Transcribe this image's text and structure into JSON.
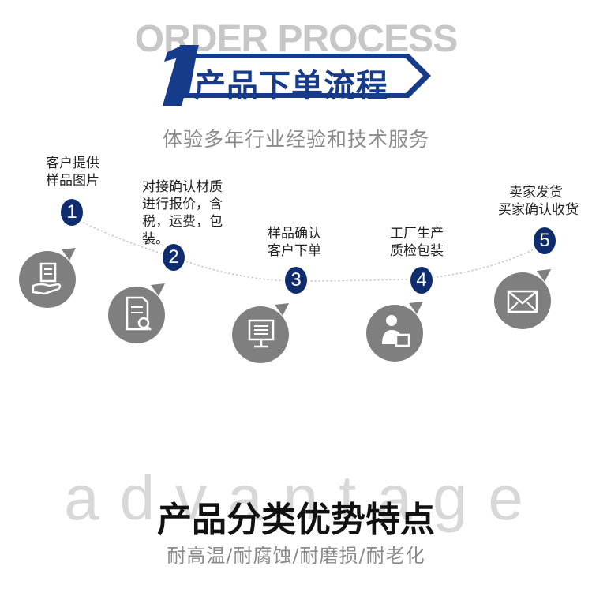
{
  "header": {
    "english_title": "ORDER PROCESS",
    "number": "1",
    "title": "产品下单流程",
    "subtitle": "体验多年行业经验和技术服务"
  },
  "steps": [
    {
      "number": "1",
      "lines": [
        "客户提供",
        "样品图片"
      ],
      "icon": "hand-document-icon"
    },
    {
      "number": "2",
      "lines": [
        "对接确认材质",
        "进行报价，含",
        "税，运费，包",
        "装。"
      ],
      "icon": "document-search-icon"
    },
    {
      "number": "3",
      "lines": [
        "样品确认",
        "客户下单"
      ],
      "icon": "monitor-list-icon"
    },
    {
      "number": "4",
      "lines": [
        "工厂生产",
        "质检包装"
      ],
      "icon": "worker-package-icon"
    },
    {
      "number": "5",
      "lines": [
        "卖家发货",
        "买家确认收货"
      ],
      "icon": "envelope-icon"
    }
  ],
  "advantage": {
    "background_word": "advantage",
    "title": "产品分类优势特点",
    "subtitle": "耐高温/耐腐蚀/耐磨损/耐老化"
  },
  "colors": {
    "brand_blue": "#163b8a",
    "badge_navy": "#0f2d6e",
    "icon_grey": "#7f7f7f"
  }
}
